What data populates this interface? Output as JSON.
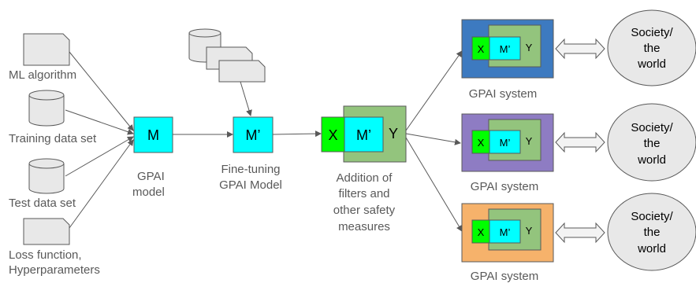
{
  "inputs": {
    "ml_algorithm": "ML algorithm",
    "training_data": "Training data set",
    "test_data": "Test data set",
    "loss_line1": "Loss function,",
    "loss_line2": "Hyperparameters"
  },
  "gpai_model": {
    "box": "M",
    "caption_line1": "GPAI",
    "caption_line2": "model"
  },
  "fine_tuning": {
    "box": "M’",
    "caption_line1": "Fine-tuning",
    "caption_line2": "GPAI Model"
  },
  "filters": {
    "x": "X",
    "m": "M’",
    "y": "Y",
    "caption": [
      "Addition of",
      "filters and",
      "other safety",
      "measures"
    ]
  },
  "systems": [
    {
      "x": "X",
      "m": "M’",
      "y": "Y",
      "caption": "GPAI system",
      "color": "#3d7ac0"
    },
    {
      "x": "X",
      "m": "M’",
      "y": "Y",
      "caption": "GPAI system",
      "color": "#8e7cc3"
    },
    {
      "x": "X",
      "m": "M’",
      "y": "Y",
      "caption": "GPAI system",
      "color": "#f6b26b"
    }
  ],
  "world": {
    "line1": "Society/",
    "line2": "the",
    "line3": "world"
  },
  "colors": {
    "cyan": "#00ffff",
    "green": "#00ff00",
    "sage": "#93c47d",
    "grey": "#e8e8e8",
    "line": "#595959"
  }
}
